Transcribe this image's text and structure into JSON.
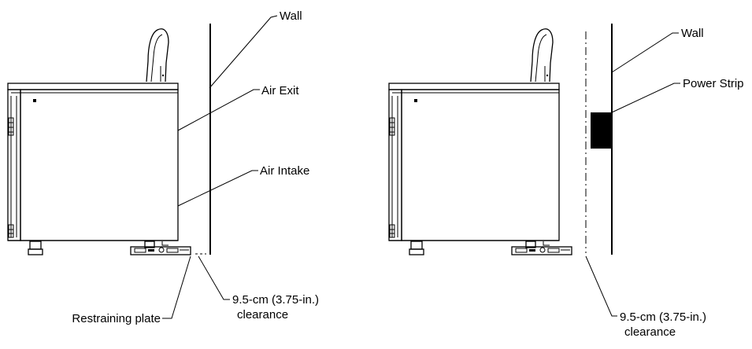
{
  "left_figure": {
    "labels": {
      "wall": "Wall",
      "air_exit": "Air Exit",
      "air_intake": "Air Intake",
      "restraining_plate": "Restraining plate",
      "clearance_line1": "9.5-cm (3.75-in.)",
      "clearance_line2": "clearance"
    }
  },
  "right_figure": {
    "labels": {
      "wall": "Wall",
      "power_strip": "Power Strip",
      "clearance_line1": "9.5-cm (3.75-in.)",
      "clearance_line2": "clearance"
    }
  },
  "colors": {
    "line": "#000000",
    "background": "#ffffff",
    "power_strip_fill": "#000000"
  }
}
